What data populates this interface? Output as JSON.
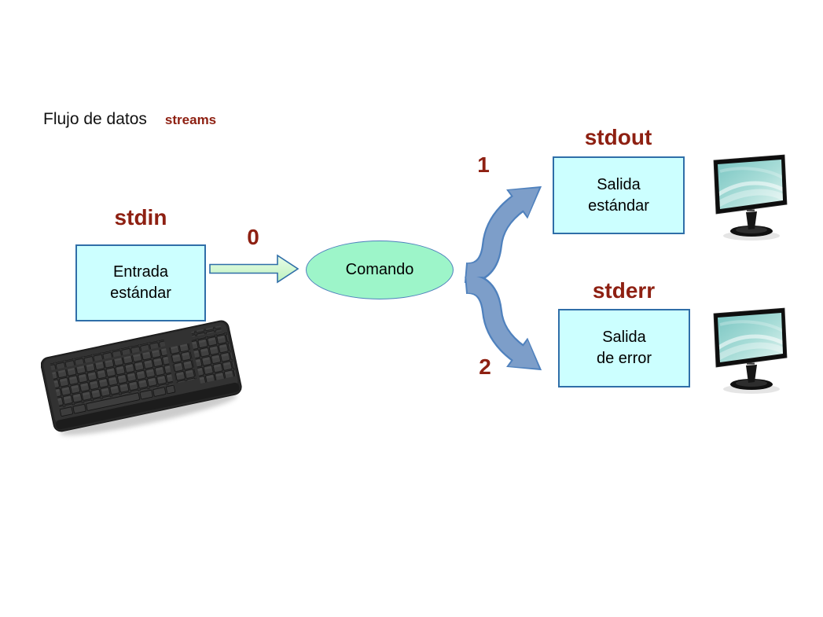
{
  "slide": {
    "title": "Flujo de datos",
    "title_keyword": "streams"
  },
  "diagram": {
    "stdin": {
      "label": "stdin",
      "descriptor": "0",
      "box": {
        "line1": "Entrada",
        "line2": "estándar"
      }
    },
    "command": {
      "label": "Comando"
    },
    "stdout": {
      "label": "stdout",
      "descriptor": "1",
      "box": {
        "line1": "Salida",
        "line2": "estándar"
      }
    },
    "stderr": {
      "label": "stderr",
      "descriptor": "2",
      "box": {
        "line1": "Salida",
        "line2": "de error"
      }
    }
  },
  "icons": {
    "input_device": "keyboard-icon",
    "stdout_device": "monitor-icon",
    "stderr_device": "monitor-icon"
  },
  "colors": {
    "label_red": "#8e2012",
    "box_fill": "#ccffff",
    "box_border": "#2f6ea8",
    "ellipse_fill": "#9df5c9",
    "ellipse_border": "#4f81bd",
    "flow_arrow_fill": "#7d9ec9",
    "flow_arrow_border": "#4f81bd",
    "input_arrow_fill": "#cdf7cd",
    "input_arrow_border": "#2f6ea8"
  }
}
